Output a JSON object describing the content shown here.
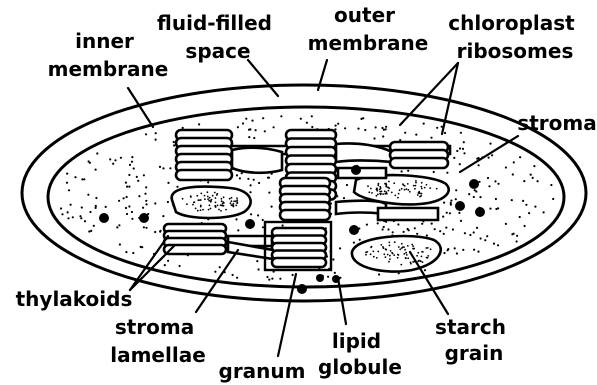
{
  "diagram": {
    "labels": {
      "inner_membrane": [
        "inner",
        "membrane"
      ],
      "fluid_filled_space": [
        "fluid-filled",
        "space"
      ],
      "outer_membrane": [
        "outer",
        "membrane"
      ],
      "chloroplast_ribosomes": [
        "chloroplast",
        "ribosomes"
      ],
      "stroma": "stroma",
      "thylakoids": "thylakoids",
      "stroma_lamellae": [
        "stroma",
        "lamellae"
      ],
      "granum": "granum",
      "lipid_globule": [
        "lipid",
        "globule"
      ],
      "starch_grain": [
        "starch",
        "grain"
      ]
    },
    "colors": {
      "ink": "#000000",
      "background": "#ffffff"
    }
  }
}
